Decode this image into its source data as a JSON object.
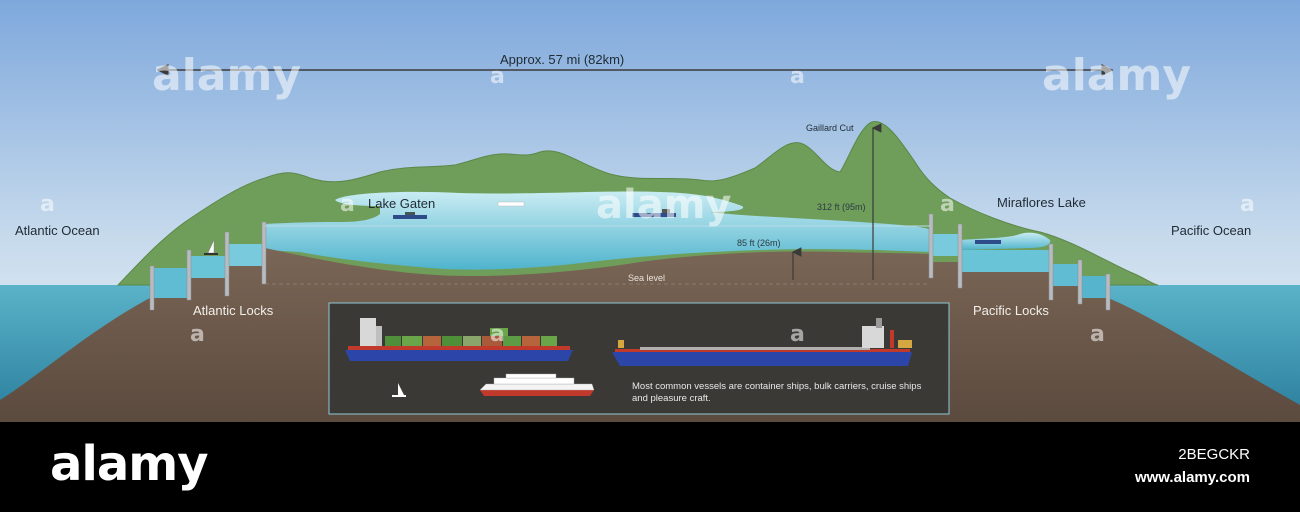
{
  "diagram": {
    "distance_label": "Approx. 57 mi (82km)",
    "labels": {
      "atlantic_ocean": "Atlantic Ocean",
      "pacific_ocean": "Pacific Ocean",
      "lake_gaten": "Lake Gaten",
      "miraflores_lake": "Miraflores Lake",
      "atlantic_locks": "Atlantic Locks",
      "pacific_locks": "Pacific Locks",
      "gaillard_cut": "Gaillard Cut",
      "height_312": "312 ft (95m)",
      "height_85": "85 ft (26m)",
      "sea_level": "Sea level"
    },
    "inset_text": "Most common vessels are container ships, bulk carriers, cruise ships and pleasure craft."
  },
  "watermark": {
    "word": "alamy",
    "letter": "a"
  },
  "footer": {
    "brand": "alamy",
    "image_id": "2BEGCKR",
    "site": "www.alamy.com"
  },
  "colors": {
    "sky_top": "#7fa9dd",
    "sky_bottom": "#eef4f8",
    "land": "#6e5a4c",
    "hill": "#6f9e5a",
    "water": "#66c3d8",
    "ocean": "#4aa6bf",
    "inset_bg": "#3a3936"
  }
}
